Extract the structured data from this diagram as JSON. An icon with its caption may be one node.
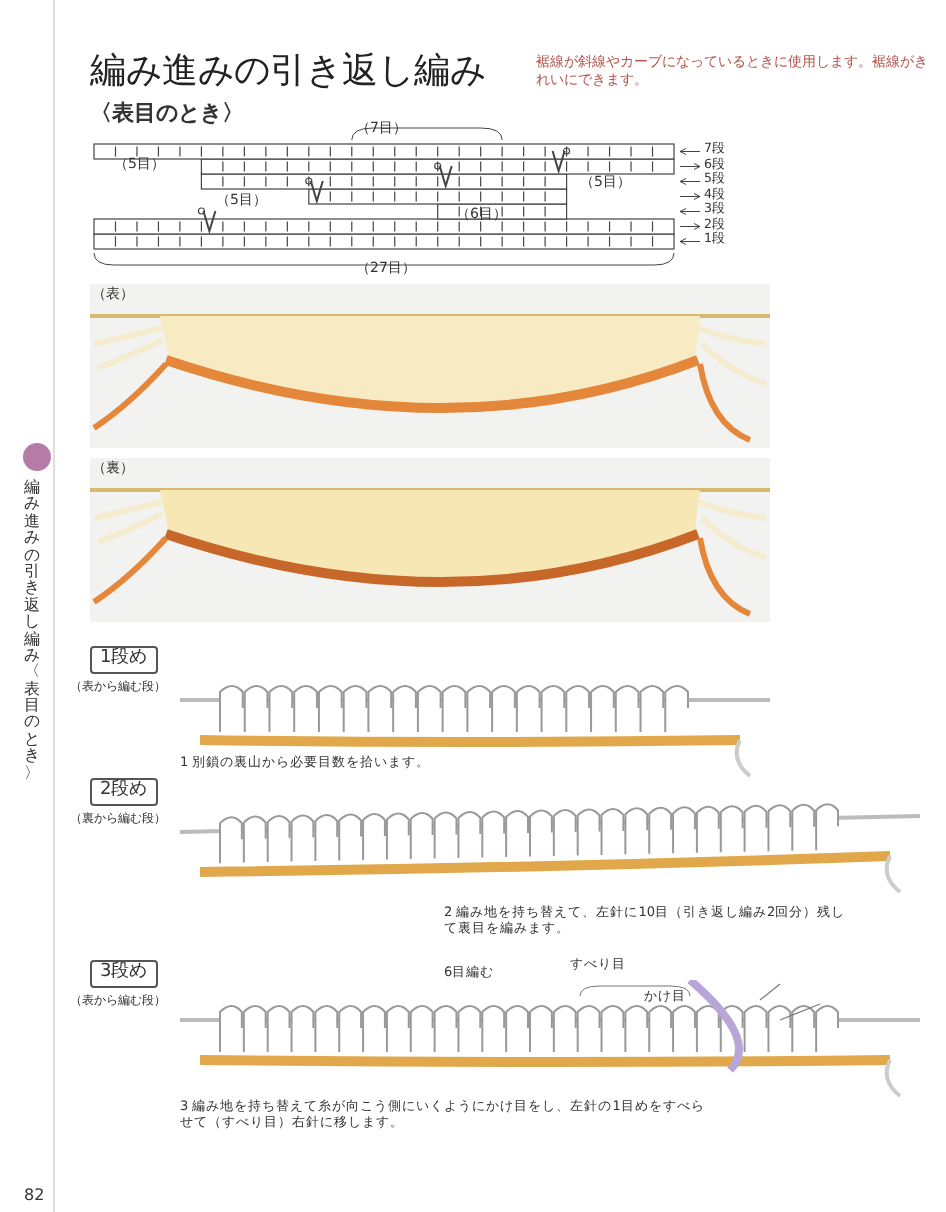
{
  "diagram": {
    "title": "編み進みの引き返し編み",
    "labels": [
      "裾線が斜線やカーブになっているときに使用します。裾線がきれいにできます。",
      "〈表目のとき〉",
      "（7目）",
      "（5目）",
      "（5目）",
      "（5目）",
      "（6目）",
      "（27目）",
      "7段",
      "6段",
      "5段",
      "4段",
      "3段",
      "2段",
      "1段",
      "（表）",
      "（裏）",
      "編み進みの引き返し編み〈表目のとき〉",
      "1段め",
      "（表から編む段）",
      "1 別鎖の裏山から必要目数を拾います。",
      "2段め",
      "（裏から編む段）",
      "2 編み地を持ち替えて、左針に10目（引き返し編み2回分）残して裏目を編みます。",
      "3段め",
      "（表から編む段）",
      "6目編む",
      "すべり目",
      "かけ目",
      "3 編み地を持ち替えて糸が向こう側にいくようにかけ目をし、左針の1目めをすべらせて（すべり目）右針に移します。",
      "82"
    ]
  }
}
